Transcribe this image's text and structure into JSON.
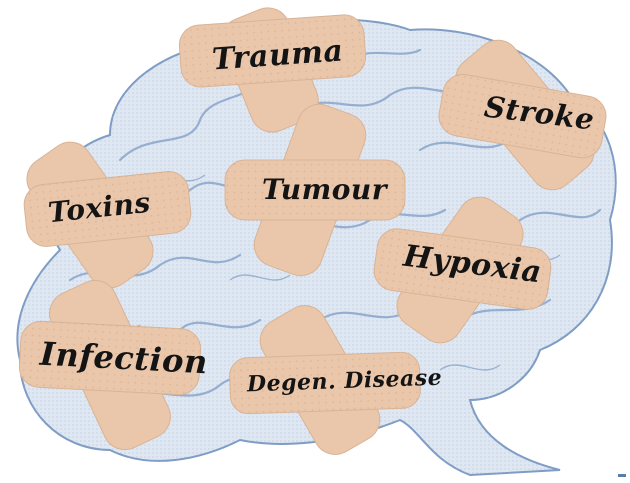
{
  "labels": {
    "trauma": "Trauma",
    "stroke": "Stroke",
    "toxins": "Toxins",
    "tumour": "Tumour",
    "hypoxia": "Hypoxia",
    "infection": "Infection",
    "degen": "Degen. Disease"
  },
  "colors": {
    "brain_fill": "#dfe8f2",
    "brain_lines": "#7f9cc4",
    "bandage": "#eac7aa",
    "bandage_edge": "#d9b395",
    "bandage_pad": "#e2bd9f",
    "text": "#141414"
  },
  "icons": {
    "brain": "brain-illustration",
    "bandage": "adhesive-bandage"
  }
}
